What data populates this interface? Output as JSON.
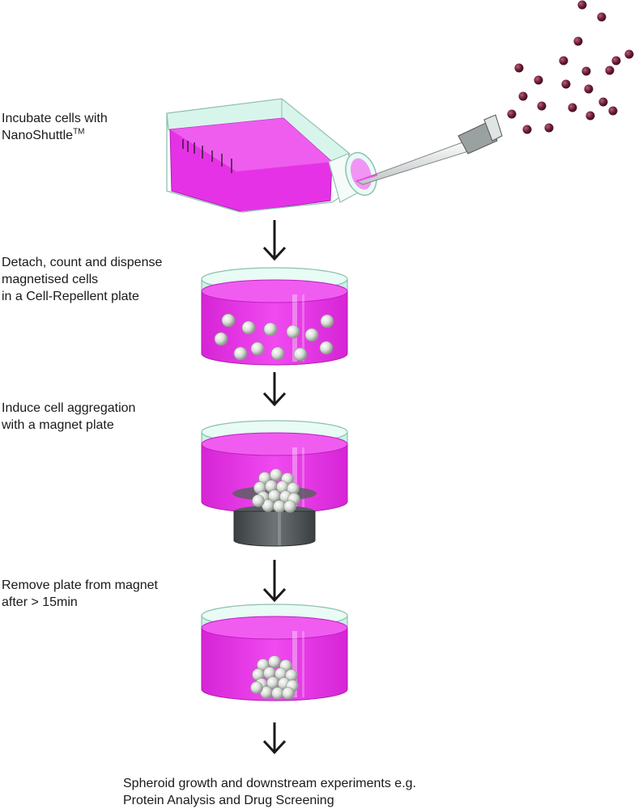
{
  "steps": [
    {
      "lines": [
        "Incubate cells with",
        "NanoShuttle"
      ],
      "superscript": "TM"
    },
    {
      "lines": [
        "Detach, count and dispense",
        "magnetised cells",
        "in a Cell-Repellent plate"
      ]
    },
    {
      "lines": [
        "Induce cell aggregation",
        "with a magnet plate"
      ]
    },
    {
      "lines": [
        "Remove plate from magnet",
        "after > 15min"
      ]
    }
  ],
  "final": {
    "lines": [
      "Spheroid growth and downstream experiments e.g.",
      "Protein Analysis and Drug Screening"
    ]
  },
  "colors": {
    "medium": "#e632e6",
    "medium_dark": "#c21ec2",
    "glass": "#c9f2e6",
    "glass_edge": "#8fbfb0",
    "nanoparticle": "#6e1f35",
    "cell": "#d7ddd6",
    "magnet": "#4a4f52",
    "arrow": "#1a1a1a"
  },
  "icons": [
    "culture-flask-icon",
    "pipette-icon",
    "nanoparticle-icon",
    "well-icon",
    "magnet-icon",
    "spheroid-icon",
    "down-arrow-icon"
  ]
}
